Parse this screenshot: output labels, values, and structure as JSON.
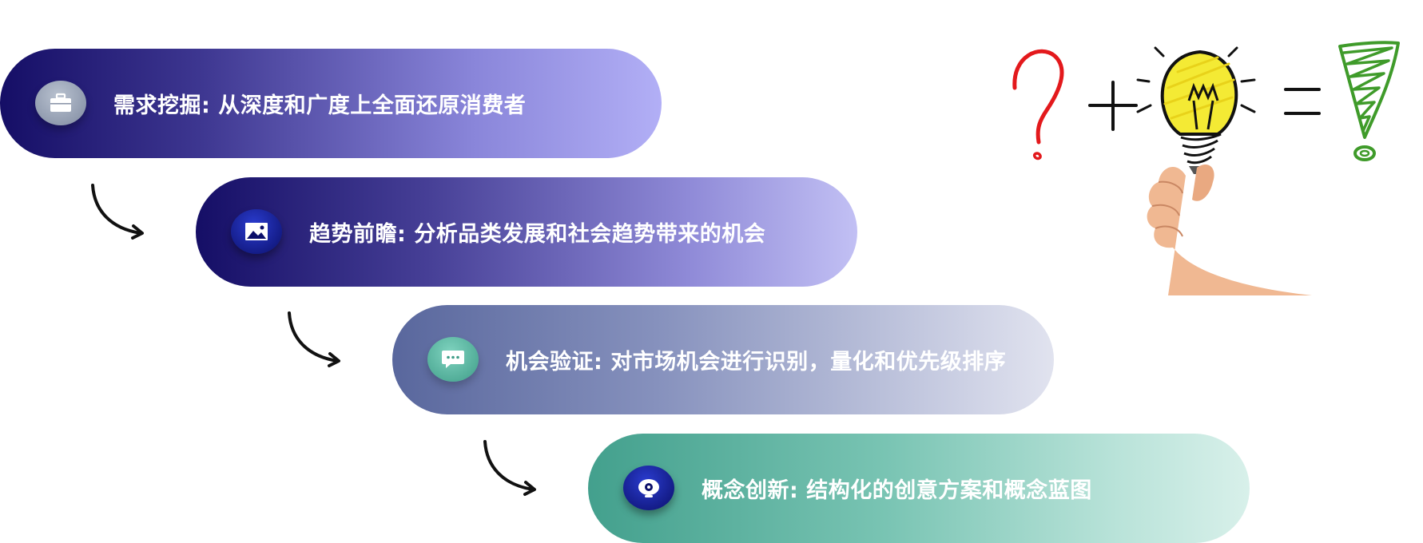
{
  "steps": [
    {
      "label": "需求挖掘: 从深度和广度上全面还原消费者",
      "icon": "briefcase-icon"
    },
    {
      "label": "趋势前瞻: 分析品类发展和社会趋势带来的机会",
      "icon": "image-icon"
    },
    {
      "label": "机会验证: 对市场机会进行识别，量化和优先级排序",
      "icon": "chat-bubble-icon"
    },
    {
      "label": "概念创新: 结构化的创意方案和概念蓝图",
      "icon": "eye-icon"
    }
  ],
  "illustration": {
    "description_icons": [
      "question-mark-icon",
      "plus-icon",
      "lightbulb-icon",
      "hand-icon",
      "equals-icon",
      "exclamation-mark-icon"
    ],
    "colors": {
      "question": "#e3191c",
      "exclamation": "#3f9b2a",
      "bulb": "#f4ea34"
    }
  },
  "colors": {
    "step1_start": "#150e66",
    "step1_end": "#b2aff6",
    "step2_start": "#150e66",
    "step2_end": "#c2c0f4",
    "step3_start": "#59679d",
    "step3_end": "#e1e3ef",
    "step4_start": "#43a08d",
    "step4_end": "#d8f0ea"
  }
}
